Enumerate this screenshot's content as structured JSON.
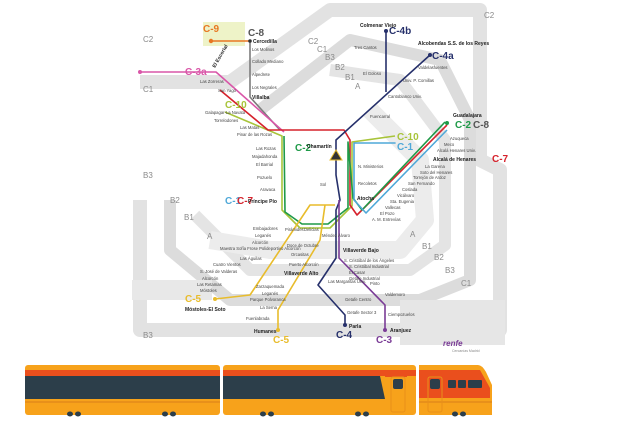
{
  "map": {
    "colors": {
      "c1": "#4fa8d8",
      "c2": "#1f9a48",
      "c3": "#7a3c96",
      "c4": "#26306b",
      "c5": "#e8bc2c",
      "c7": "#d6222c",
      "c8": "#7c7c7c",
      "c9": "#e87722",
      "c10": "#a8c43a",
      "c3a": "#d956a8"
    },
    "zones": [
      "C2",
      "C2",
      "C2",
      "C1",
      "B3",
      "B2",
      "B1",
      "A",
      "C1",
      "B3",
      "B2",
      "B1",
      "A",
      "A",
      "B1",
      "B2",
      "B3",
      "C1",
      "B3"
    ],
    "lines": {
      "c9": "C-9",
      "c8": "C-8",
      "c3a": "C-3a",
      "c10": "C-10",
      "c2": "C-2",
      "c4b": "C-4b",
      "c4a": "C-4a",
      "c2b": "C-2",
      "c8b": "C-8",
      "c10b": "C-10",
      "c1": "C-1",
      "c7": "C-7",
      "c1w": "C-1",
      "c7w": "C-7",
      "c5": "C-5",
      "c5b": "C-5",
      "c4": "C-4",
      "c3": "C-3"
    },
    "stations": {
      "cercedilla": "Cercedilla",
      "molinos": "Los Molinos",
      "collado": "Collado Mediano",
      "alpedrete": "Alpedrete",
      "negrales": "Los Negrales",
      "villalba": "Villalba",
      "escorial": "El Escorial",
      "zarzalejo": "Las Zorreras",
      "sanyago": "San Yago",
      "galapagar": "Galapagar-La Navata",
      "torrelodones": "Torrelodones",
      "matas": "Las Matas",
      "pinar": "Pinar de las Rozas",
      "rozas": "Las Rozas",
      "majadahonda": "Majadahonda",
      "barrial": "El Barrial",
      "pozuelo": "Pozuelo",
      "aravaca": "Aravaca",
      "colmenar": "Colmenar Viejo",
      "trescantos": "Tres Cantos",
      "alcobendas": "Alcobendas S.S. de los Reyes",
      "valdelasfuentes": "Valdelasfuentes",
      "comillas": "Univ. P. Comillas",
      "goloso": "El Goloso",
      "cantoblanco": "Cantoblanco Univ.",
      "fuencarral": "Fuencarral",
      "chamartin": "Chamartín",
      "nmin": "N. Ministerios",
      "recoletos": "Recoletos",
      "sol": "Sol",
      "atocha": "Atocha",
      "ppio": "Príncipe Pío",
      "guadalajara": "Guadalajara",
      "azuqueca": "Azuqueca",
      "meco": "Meco",
      "alcalauniv": "Alcalá Henares Univ.",
      "alcala": "Alcalá de Henares",
      "garena": "La Garena",
      "soto": "Soto del Henares",
      "torrejon": "Torrejón de Ardoz",
      "sanfer": "San Fernando",
      "coslada": "Coslada",
      "vicalvaro": "Vicálvaro",
      "santaeu": "Sta. Eugenia",
      "vallecas": "Vallecas",
      "pozo": "El Pozo",
      "entrevias": "A. M. Entrevías",
      "embajadores": "Embajadores",
      "leganes": "Leganés",
      "alcorcon": "Alcorcón",
      "maestra": "Maestra Sofía Frose Polideportivo Alcorcón",
      "aguilas": "Las Águilas",
      "cuatrov": "Cuatro Vientos",
      "sanjose": "S. José de Valderas",
      "alcorcon2": "Alcorcón",
      "retamas": "Las Retamas",
      "mostoles": "Móstoles",
      "mostolessoto": "Móstoles-El Soto",
      "piramides": "Pirámides",
      "delicias": "Delicias",
      "mendezalvaro": "Méndez Álvaro",
      "doce": "Doce de Octubre",
      "orcasitas": "Orcasitas",
      "puerto": "Puerto Alcorcón",
      "villaverdealto": "Villaverde Alto",
      "zarzaquemada": "Zarzaquemada",
      "leganes2": "Leganés",
      "parque": "Parque Polvoranca",
      "serna": "La Serna",
      "fuenlabrada": "Fuenlabrada",
      "humanes": "Humanes",
      "villaverdebajo": "Villaverde Bajo",
      "scristobal": "S. Cristóbal de los Ángeles",
      "scristobali": "S. Cristóbal Industrial",
      "casar": "El Casar",
      "getafeind": "Getafe Industrial",
      "margaritas": "Las Margaritas Univ.",
      "getafec": "Getafe Centro",
      "getafes3": "Getafe Sector 3",
      "parla": "Parla",
      "pinto": "Pinto",
      "valdemoro": "Valdemoro",
      "ciempozuelos": "Ciempozuelos",
      "aranjuez": "Aranjuez"
    },
    "brand": "renfe",
    "brand_sub": "Cercanías Madrid"
  },
  "train": {
    "colors": {
      "body": "#f7a21b",
      "stripe": "#ea4f1d",
      "window": "#2c3e4a",
      "wheel": "#2c3e4a"
    }
  }
}
